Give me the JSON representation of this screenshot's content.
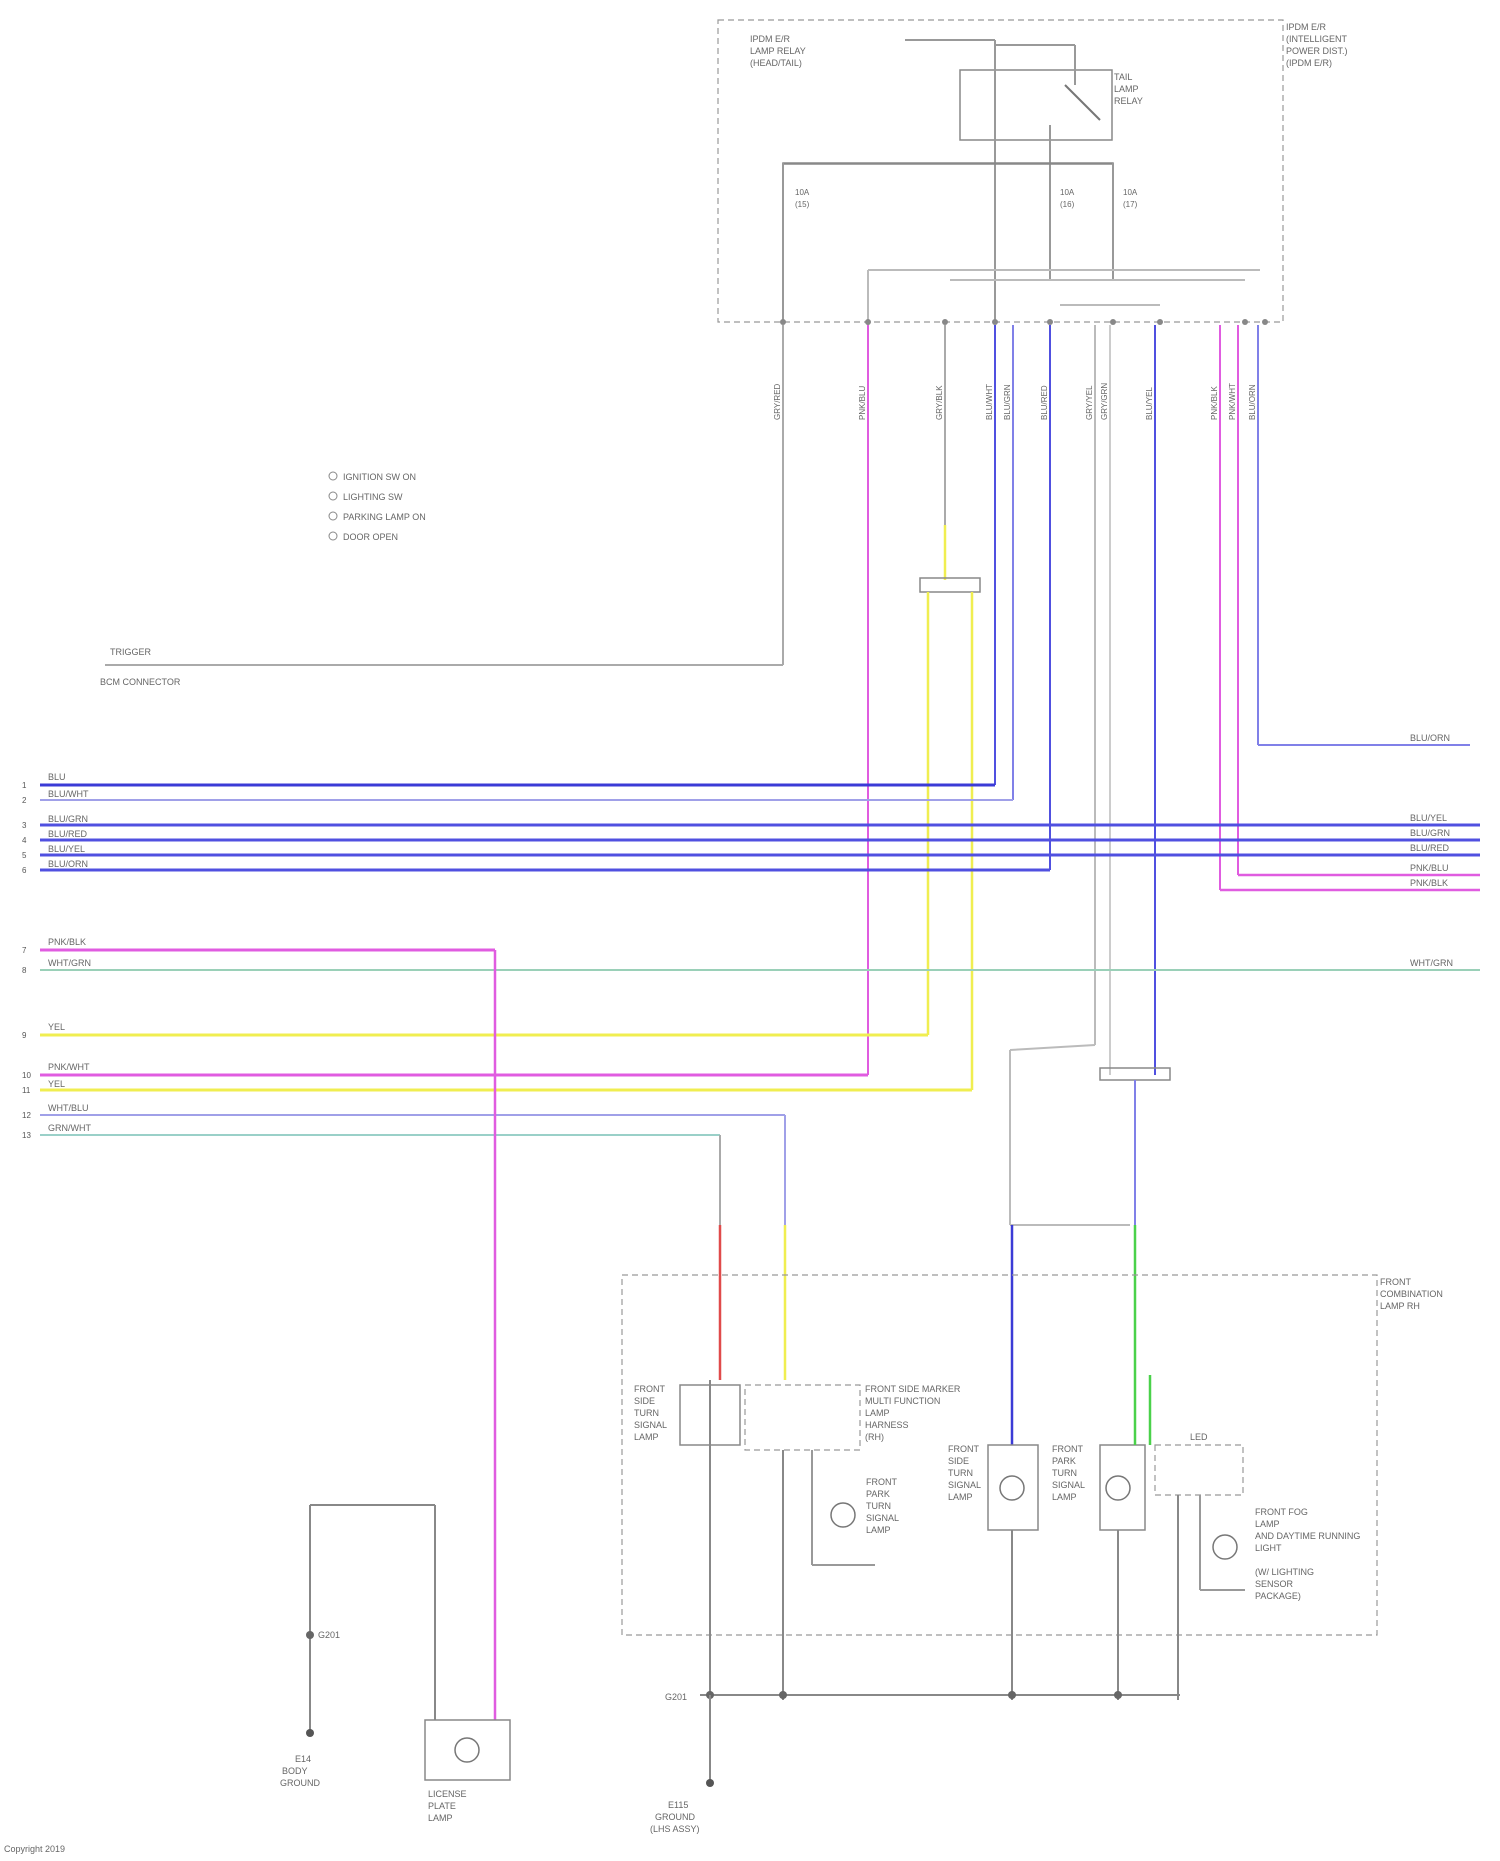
{
  "colors": {
    "blue": "#3b3bd6",
    "purple": "#6d5ce0",
    "pink": "#e05ce0",
    "magenta": "#d14fd1",
    "yellow": "#f4f24a",
    "gray": "#9a9a9a",
    "lightgray": "#c8c8c8",
    "green": "#4ad14a",
    "red": "#e04a4a",
    "teal": "#9ad0c8"
  },
  "blocks": {
    "top_module_left": "IPDM E/R",
    "top_module_left2": "LAMP RELAY",
    "top_module_left3": "(HEAD/TAIL)",
    "top_module_right": "IPDM E/R",
    "top_module_right2": "(INTELLIGENT",
    "top_module_right3": "POWER DIST.)",
    "relay_label": "TAIL",
    "relay_label2": "LAMP",
    "relay_label3": "RELAY",
    "fuse1": "10A\n(15)",
    "fuse2": "10A\n(16)",
    "fuse3": "10A\n(17)",
    "legend": [
      "IGNITION SW ON",
      "LIGHTING SW",
      "PARKING LAMP ON",
      "DOOR OPEN"
    ],
    "body_label": "TRIGGER",
    "body_label2": "BCM CONNECTOR",
    "front_combo": "FRONT",
    "front_combo2": "COMBINATION",
    "front_combo3": "LAMP RH",
    "inner_module": "FRONT SIDE MARKER",
    "inner_module2": "MULTI FUNCTION",
    "inner_module3": "LAMP",
    "inner_module4": "HARNESS",
    "inner_module5": "(RH)",
    "lamp_a": "FRONT\nSIDE\nMARKER\nLAMP",
    "lamp_b": "FRONT\nPARK\nTURN\nSIGNAL\nLAMP",
    "lamp_c": "FRONT\nSIDE\nTURN\nLAMP",
    "lamp_d": "FRONT\nPARK\nLAMP",
    "lamp_e": "FRONT FOG\nLAMP\nAND DAYTIME\nRUNNING\nLIGHT",
    "ground1": "E14\nBODY\nGROUND",
    "ground2": "E115\nGROUND\n(LHS ASSY)",
    "license_lamp": "LICENSE\nPLATE\nLAMP",
    "led_box": "LED"
  },
  "left_wires": [
    "BLU",
    "BLU/WHT",
    "BLU/GRN",
    "BLU/RED",
    "BLU/YEL",
    "BLU/ORN",
    "PNK/BLK",
    "WHT/GRN",
    "YEL",
    "PNK/WHT",
    "YEL",
    "WHT/BLU",
    "GRN/WHT"
  ],
  "right_wires": [
    "BLU/YEL",
    "BLU/GRN",
    "BLU/RED",
    "PNK/BLU",
    "PNK/BLK",
    "WHT/GRN"
  ],
  "footer": "Copyright 2019"
}
